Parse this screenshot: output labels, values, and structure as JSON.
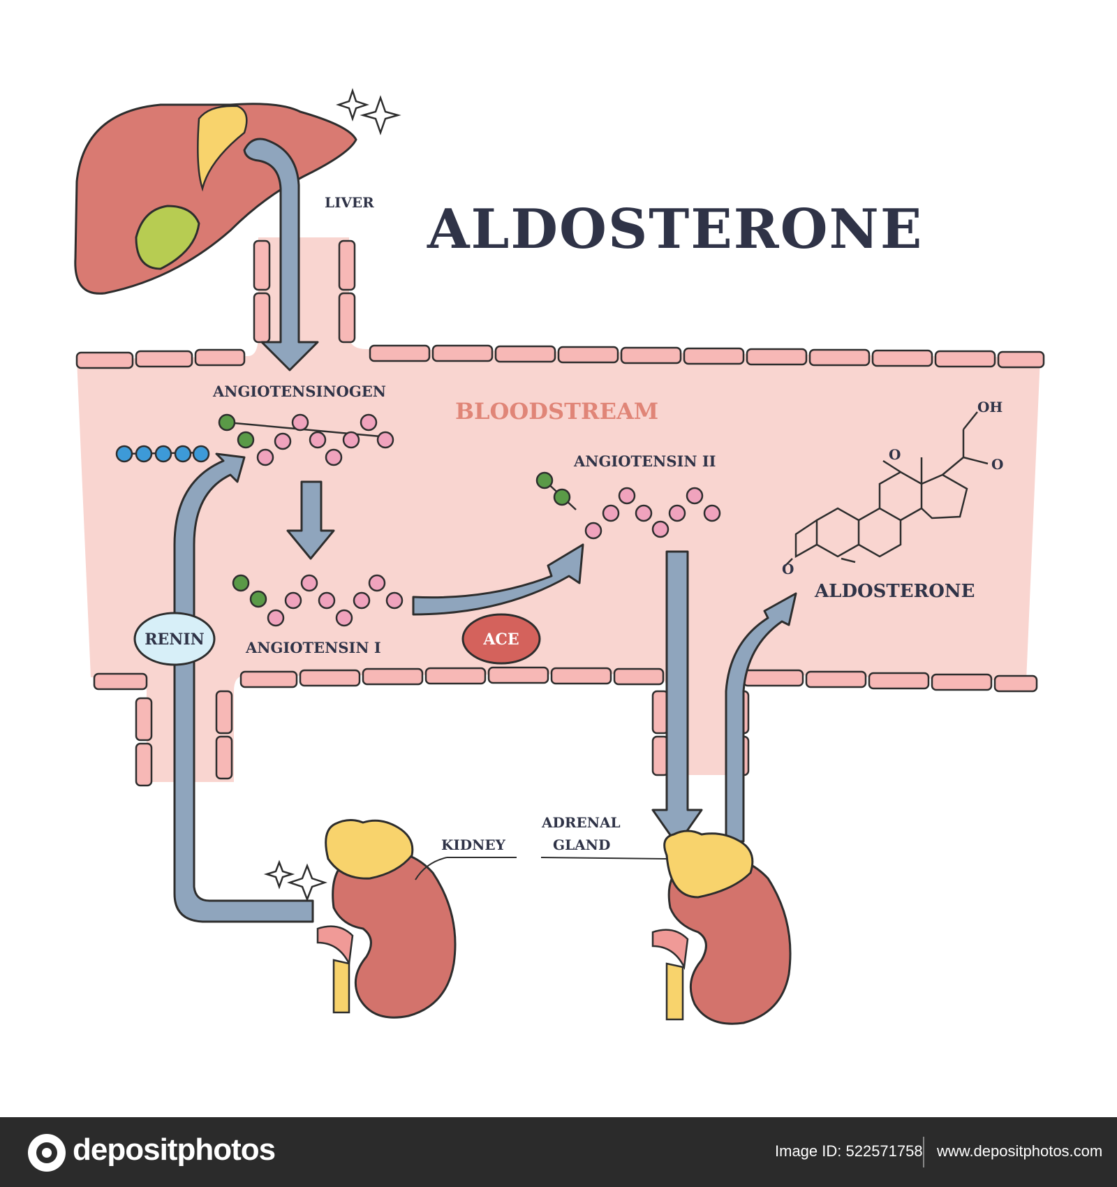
{
  "title": "ALDOSTERONE",
  "labels": {
    "liver": "LIVER",
    "bloodstream": "BLOODSTREAM",
    "angiotensinogen": "ANGIOTENSINOGEN",
    "angiotensin_i": "ANGIOTENSIN I",
    "angiotensin_ii": "ANGIOTENSIN II",
    "renin": "RENIN",
    "ace": "ACE",
    "aldosterone_molecule": "ALDOSTERONE",
    "kidney": "KIDNEY",
    "adrenal_line1": "ADRENAL",
    "adrenal_line2": "GLAND",
    "oh": "OH",
    "o_top": "O",
    "o_right": "O",
    "o_left": "O"
  },
  "footer": {
    "brand": "depositphotos",
    "image_id": "Image ID: 522571758",
    "site": "www.depositphotos.com"
  },
  "colors": {
    "vessel_fill": "#f9d5d0",
    "vessel_wall": "#f0a8a5",
    "liver": "#d97a72",
    "gallbladder": "#b7cc52",
    "kidney": "#d3736c",
    "adrenal": "#f8d36c",
    "arrow": "#8fa5bd",
    "chain_pink": "#f0a3bd",
    "chain_green": "#5a9a47",
    "chain_blue": "#3d9ad8",
    "ace": "#d4625c",
    "renin": "#d7eff8",
    "title": "#2f3347",
    "bloodstream_text": "#e08577"
  }
}
